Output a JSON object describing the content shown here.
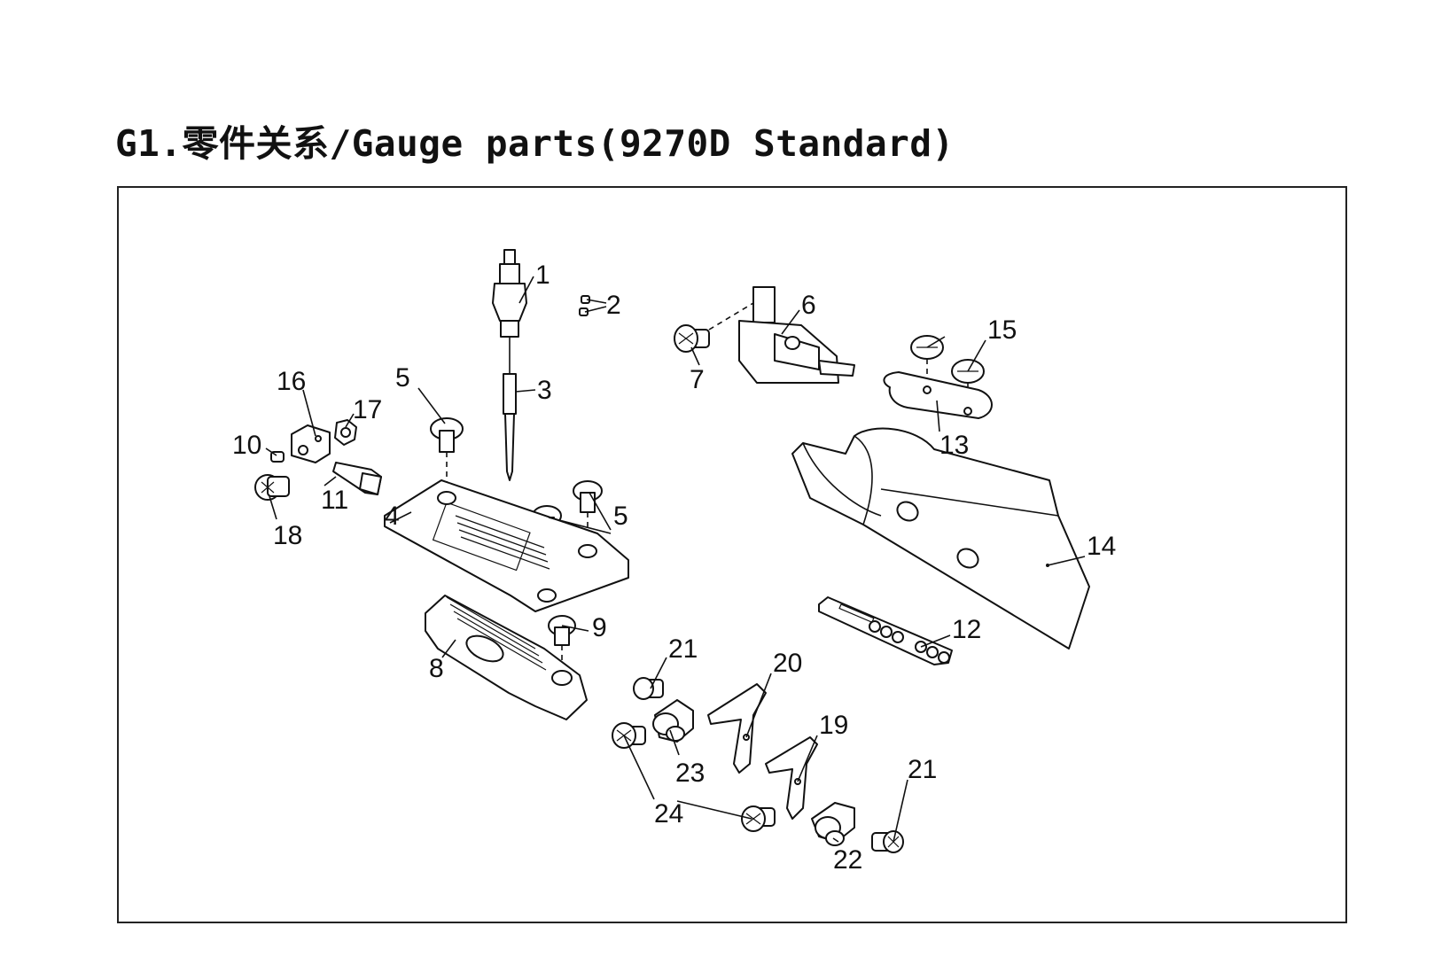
{
  "title": "G1.零件关系/Gauge parts(9270D Standard)",
  "labels": {
    "l1": "1",
    "l2": "2",
    "l3": "3",
    "l4": "4",
    "l5a": "5",
    "l5b": "5",
    "l6": "6",
    "l7": "7",
    "l8": "8",
    "l9": "9",
    "l10": "10",
    "l11": "11",
    "l12": "12",
    "l13": "13",
    "l14": "14",
    "l15": "15",
    "l16": "16",
    "l17": "17",
    "l18": "18",
    "l19": "19",
    "l20": "20",
    "l21a": "21",
    "l21b": "21",
    "l22": "22",
    "l23": "23",
    "l24": "24"
  }
}
